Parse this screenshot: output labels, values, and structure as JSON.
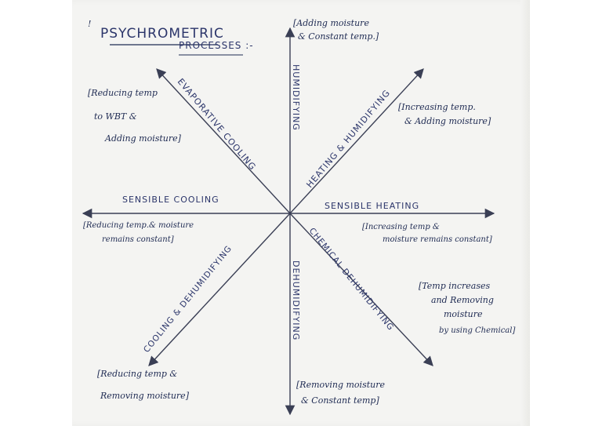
{
  "title": {
    "line1": "PSYCHROMETRIC",
    "line2": "PROCESSES :-"
  },
  "processes": {
    "humidifying": {
      "name": "HUMIDIFYING",
      "note_line1": "[Adding moisture",
      "note_line2": "& Constant temp.]"
    },
    "heating_humidifying": {
      "name": "HEATING & HUMIDIFYING",
      "note_line1": "[Increasing temp.",
      "note_line2": "& Adding moisture]"
    },
    "sensible_heating": {
      "name": "SENSIBLE HEATING",
      "note_line1": "[Increasing temp &",
      "note_line2": "moisture remains constant]"
    },
    "chemical_dehumidifying": {
      "name": "CHEMICAL DEHUMIDIFYING",
      "note_line1": "[Temp increases",
      "note_line2": "and Removing",
      "note_line3": "moisture",
      "note_line4": "by using Chemical]"
    },
    "dehumidifying": {
      "name": "DEHUMIDIFYING",
      "note_line1": "[Removing moisture",
      "note_line2": "& Constant temp]"
    },
    "cooling_dehumidifying": {
      "name": "COOLING & DEHUMIDIFYING",
      "note_line1": "[Reducing temp &",
      "note_line2": "Removing moisture]"
    },
    "sensible_cooling": {
      "name": "SENSIBLE COOLING",
      "note_line1": "[Reducing temp.& moisture",
      "note_line2": "remains constant]"
    },
    "evaporative_cooling": {
      "name": "EVAPORATIVE COOLING",
      "note_line1": "[Reducing temp",
      "note_line2": "to WBT &",
      "note_line3": "Adding moisture]"
    }
  },
  "colors": {
    "ink": "#1e2a52",
    "axis": "#3a3f55",
    "paper": "#f4f4f2"
  }
}
